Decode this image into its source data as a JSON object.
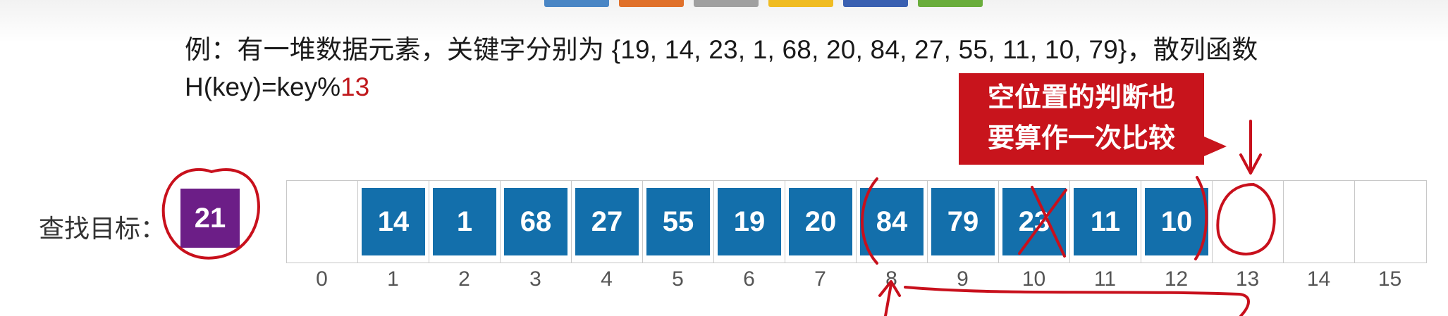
{
  "tab_colors": [
    "#4a86c5",
    "#e0712b",
    "#a0a0a0",
    "#f0bc22",
    "#3a60b1",
    "#6aad3c"
  ],
  "example": {
    "line1": "例：有一堆数据元素，关键字分别为 {19, 14, 23, 1, 68, 20, 84, 27, 55, 11, 10, 79}，散列函数",
    "hash_prefix": "H(key)=key%",
    "hash_mod": "13"
  },
  "callout": {
    "line1": "空位置的判断也",
    "line2": "要算作一次比较"
  },
  "search": {
    "label": "查找目标：",
    "target": "21"
  },
  "table": {
    "slots": [
      "",
      "14",
      "1",
      "68",
      "27",
      "55",
      "19",
      "20",
      "84",
      "79",
      "23",
      "11",
      "10",
      "",
      "",
      ""
    ],
    "indices": [
      "0",
      "1",
      "2",
      "3",
      "4",
      "5",
      "6",
      "7",
      "8",
      "9",
      "10",
      "11",
      "12",
      "13",
      "14",
      "15"
    ]
  }
}
